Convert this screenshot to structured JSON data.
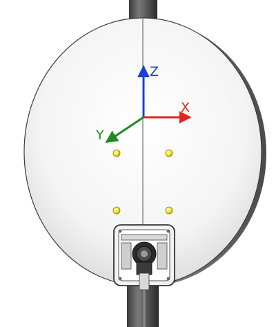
{
  "axes": {
    "x": {
      "label": "X",
      "color": "#e8231c"
    },
    "y": {
      "label": "Y",
      "color": "#1f8a1f"
    },
    "z": {
      "label": "Z",
      "color": "#1c3fd6"
    }
  },
  "markers": {
    "count": 4,
    "color": "#f2e53a"
  }
}
